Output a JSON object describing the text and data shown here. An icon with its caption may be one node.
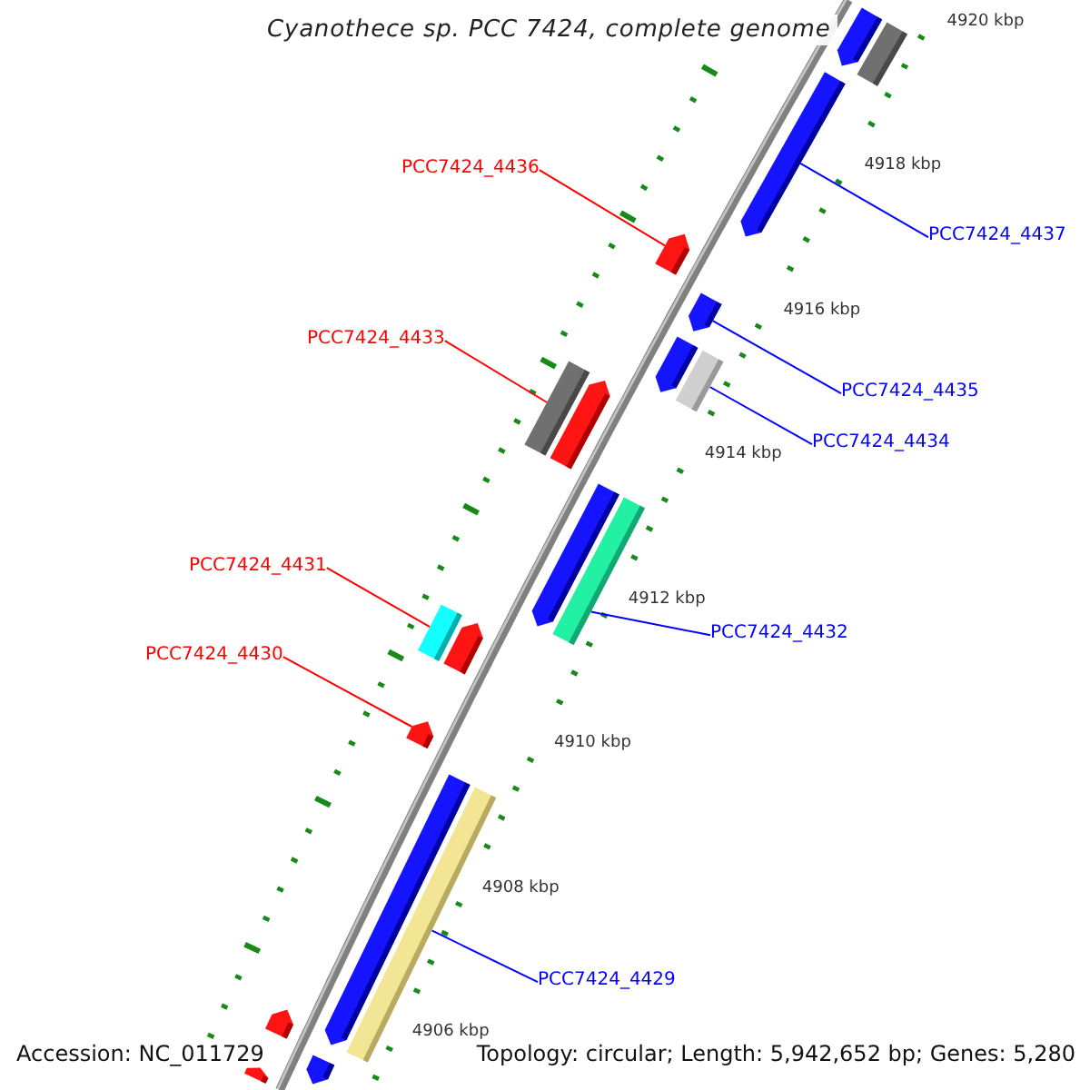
{
  "diagram": {
    "title": "Cyanothece sp. PCC 7424, complete genome",
    "nodes": [
      {
        "text": [
          "PCC7424_4436"
        ]
      },
      {
        "text": [
          "PCC7424_4437"
        ]
      },
      {
        "text": [
          "PCC7424_4433"
        ]
      },
      {
        "text": [
          "PCC7424_4435"
        ]
      },
      {
        "text": [
          "PCC7424_4434"
        ]
      },
      {
        "text": [
          "PCC7424_4431"
        ]
      },
      {
        "text": [
          "PCC7424_4432"
        ]
      },
      {
        "text": [
          "PCC7424_4430"
        ]
      },
      {
        "text": [
          "PCC7424_4429"
        ]
      },
      {
        "text": [],
        "shape": "pentagon"
      },
      {
        "text": [],
        "shape": "bar"
      },
      {
        "text": [],
        "shape": "pentagon"
      },
      {
        "text": [],
        "shape": "pentagon"
      },
      {
        "text": [],
        "shape": "pentagon"
      },
      {
        "text": [],
        "shape": "pentagon"
      },
      {
        "text": [],
        "shape": "bar"
      },
      {
        "text": [],
        "shape": "bar"
      },
      {
        "text": [],
        "shape": "pentagon"
      },
      {
        "text": [],
        "shape": "pentagon"
      },
      {
        "text": [],
        "shape": "bar"
      },
      {
        "text": [],
        "shape": "bar"
      },
      {
        "text": [],
        "shape": "pentagon"
      },
      {
        "text": [],
        "shape": "pentagon"
      },
      {
        "text": [],
        "shape": "pentagon"
      },
      {
        "text": [],
        "shape": "bar"
      },
      {
        "text": [],
        "shape": "pentagon"
      },
      {
        "text": [],
        "shape": "pentagon"
      },
      {
        "text": [],
        "shape": "pentagon"
      }
    ],
    "edges": [
      {
        "from": 0,
        "to": 12,
        "arrow": "none",
        "color": "#ff0000"
      },
      {
        "from": 1,
        "to": 11,
        "arrow": "none"
      },
      {
        "from": 2,
        "to": 16,
        "arrow": "none",
        "color": "#ff0000"
      },
      {
        "from": 3,
        "to": 13,
        "arrow": "none"
      },
      {
        "from": 4,
        "to": 15,
        "arrow": "none"
      },
      {
        "from": 5,
        "to": 20,
        "arrow": "none",
        "color": "#ff0000"
      },
      {
        "from": 6,
        "to": 19,
        "arrow": "none"
      },
      {
        "from": 7,
        "to": 22,
        "arrow": "none",
        "color": "#ff0000"
      },
      {
        "from": 8,
        "to": 24,
        "arrow": "none"
      }
    ],
    "labels": [
      "4920 kbp",
      "4918 kbp",
      "4916 kbp",
      "4914 kbp",
      "4912 kbp",
      "4910 kbp",
      "4908 kbp",
      "4906 kbp",
      "Accession: NC_011729",
      "Topology: circular; Length: 5,942,652 bp; Genes: 5,280"
    ]
  }
}
